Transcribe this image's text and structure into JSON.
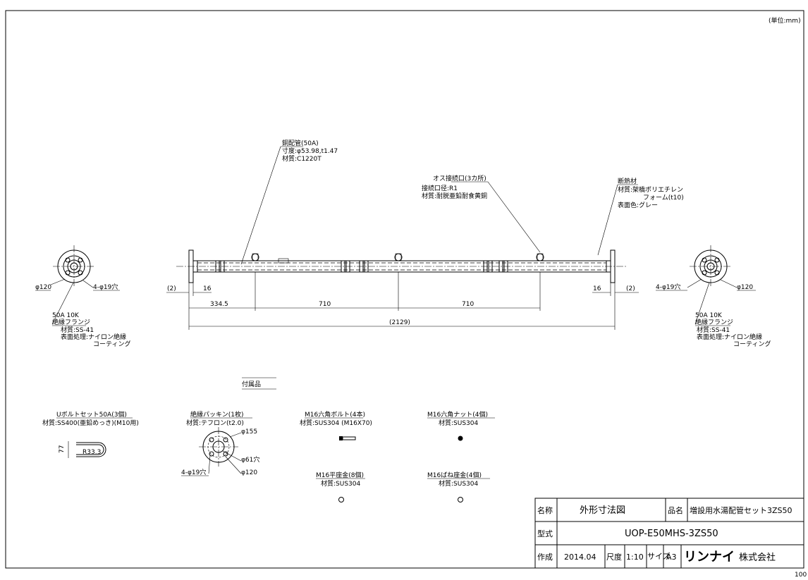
{
  "unit_note": "(単位:mm)",
  "pipe_callout": {
    "title": "銅配管(50A)",
    "line1": "寸度:φ53.98,t1.47",
    "line2": "材質:C1220T"
  },
  "port_callout": {
    "title": "オス接続口(3カ所)",
    "line1": "接続口径:R1",
    "line2": "材質:耐脱亜鉛耐食黄銅"
  },
  "insul_callout": {
    "title": "断熱材",
    "line1": "材質:架橋ポリエチレン",
    "line2": "フォーム(t10)",
    "line3": "表面色:グレー"
  },
  "left_flange": {
    "dia": "φ120",
    "holes": "4-φ19穴",
    "spec": "50A 10K",
    "name": "絶縁フランジ",
    "mat": "材質:SS-41",
    "finish1": "表面処理:ナイロン絶縁",
    "finish2": "コーティング"
  },
  "right_flange": {
    "dia": "φ120",
    "holes": "4-φ19穴",
    "spec": "50A 10K",
    "name": "絶縁フランジ",
    "mat": "材質:SS-41",
    "finish1": "表面処理:ナイロン絶縁",
    "finish2": "コーティング"
  },
  "dims": {
    "gap_l": "(2)",
    "end_l": "16",
    "d1": "334.5",
    "d2": "710",
    "d3": "710",
    "end_r": "16",
    "gap_r": "(2)",
    "total": "(2129)"
  },
  "accessories": {
    "heading": "付属品",
    "ubolt": {
      "title": "Uボルトセット50A(3個)",
      "mat": "材質:SS400(亜鉛めっき)(M10用)",
      "dim_a": "77",
      "dim_r": "R33.3"
    },
    "gasket": {
      "title": "絶縁パッキン(1枚)",
      "mat": "材質:テフロン(t2.0)",
      "d_outer": "φ155",
      "d_inner": "φ61穴",
      "d_pcd": "φ120",
      "holes": "4-φ19穴"
    },
    "bolt": {
      "title": "M16六角ボルト(4本)",
      "mat": "材質:SUS304 (M16X70)"
    },
    "nut": {
      "title": "M16六角ナット(4個)",
      "mat": "材質:SUS304"
    },
    "washer": {
      "title": "M16平座金(8個)",
      "mat": "材質:SUS304"
    },
    "spring": {
      "title": "M16ばね座金(4個)",
      "mat": "材質:SUS304"
    }
  },
  "title_block": {
    "name_label": "名称",
    "name_value": "外形寸法図",
    "item_label": "品名",
    "item_value": "増設用水湯配管セット3ZS50",
    "model_label": "型式",
    "model_value": "UOP-E50MHS-3ZS50",
    "made_label": "作成",
    "made_value": "2014.04",
    "scale_label": "尺度",
    "scale_value": "1:10",
    "size_label": "サイズ",
    "size_value": "A3",
    "company_logo": "リンナイ",
    "company_suffix": "株式会社"
  },
  "corner_code": "100"
}
